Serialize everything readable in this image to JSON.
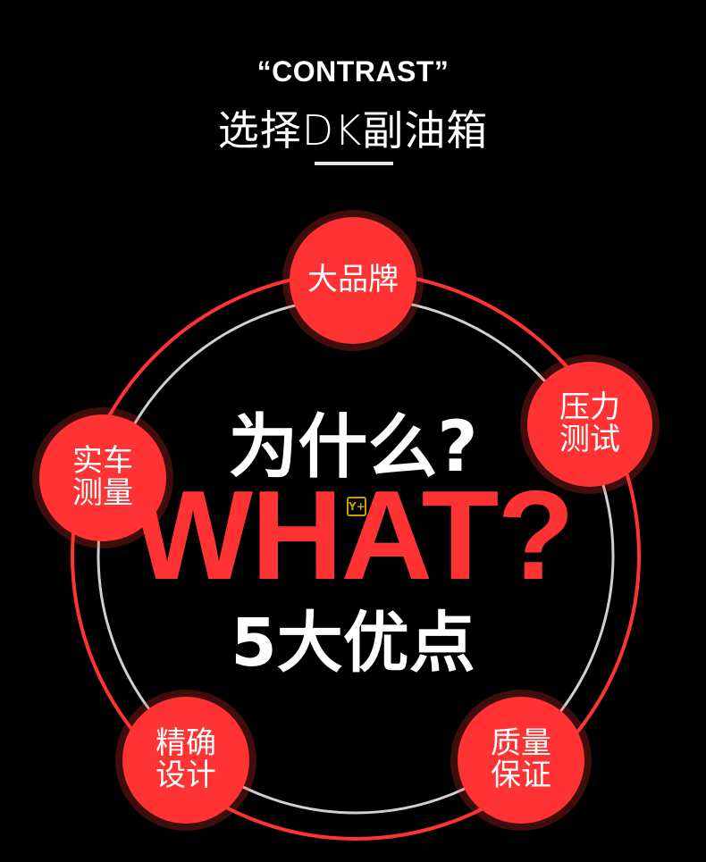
{
  "header": {
    "eyebrow": "“CONTRAST”",
    "title": "选择DK副油箱"
  },
  "center": {
    "question": "为什么?",
    "what": "WHAT?",
    "advantages": "5大优点"
  },
  "nodes": [
    {
      "lines": [
        "大品牌"
      ]
    },
    {
      "lines": [
        "压力",
        "测试"
      ]
    },
    {
      "lines": [
        "质量",
        "保证"
      ]
    },
    {
      "lines": [
        "精确",
        "设计"
      ]
    },
    {
      "lines": [
        "实车",
        "测量"
      ]
    }
  ],
  "logo_mark": "Y+",
  "colors": {
    "background": "#000000",
    "accent": "#ff3333",
    "outer_ring": "#ff3333",
    "inner_ring": "#d0d0d0",
    "text": "#ffffff"
  }
}
